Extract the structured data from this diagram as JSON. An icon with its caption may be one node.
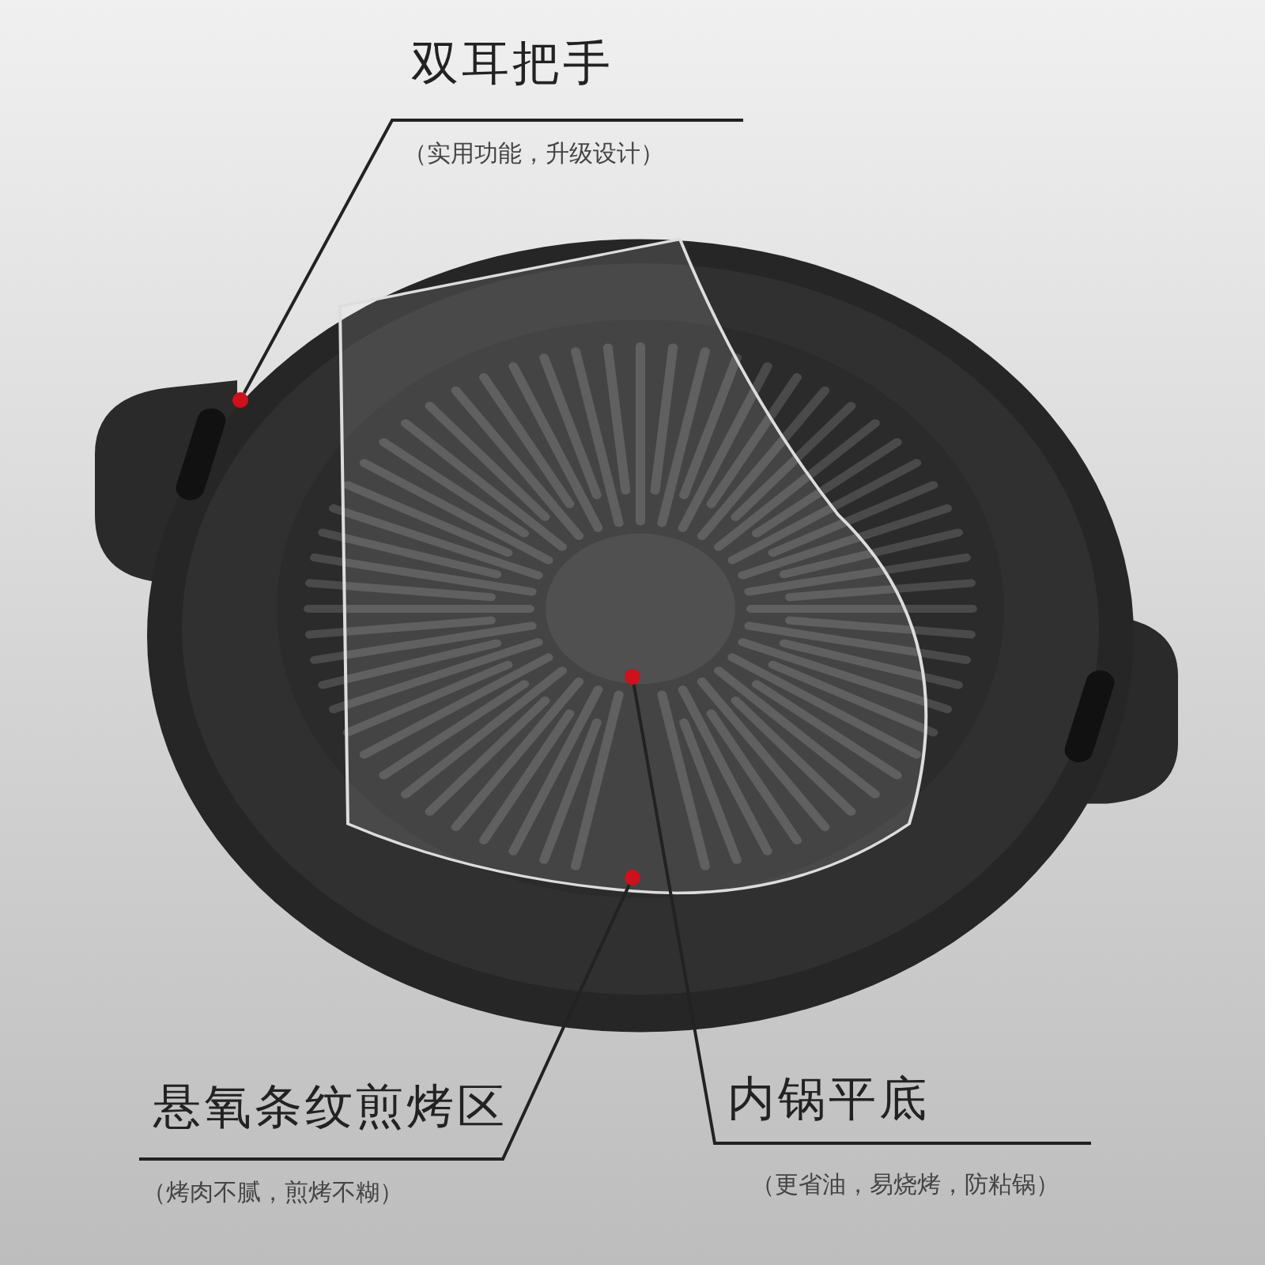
{
  "diagram": {
    "nodes": [
      {
        "text": [
          "双耳把手",
          "（实用功能，升级设计）"
        ]
      },
      {
        "text": [],
        "shape": "circle"
      },
      {
        "text": [],
        "shape": "circle"
      },
      {
        "text": [],
        "shape": "circle"
      },
      {
        "text": [
          "悬氧条纹煎烤区",
          "（烤肉不腻，煎烤不糊）"
        ]
      },
      {
        "text": [
          "内锅平底",
          "（更省油，易烧烤，防粘锅）"
        ]
      }
    ],
    "edges": [
      {
        "from": 0,
        "to": 1,
        "arrow": "none"
      },
      {
        "from": 4,
        "to": 3,
        "arrow": "none"
      },
      {
        "from": 5,
        "to": 2,
        "arrow": "none"
      }
    ]
  }
}
